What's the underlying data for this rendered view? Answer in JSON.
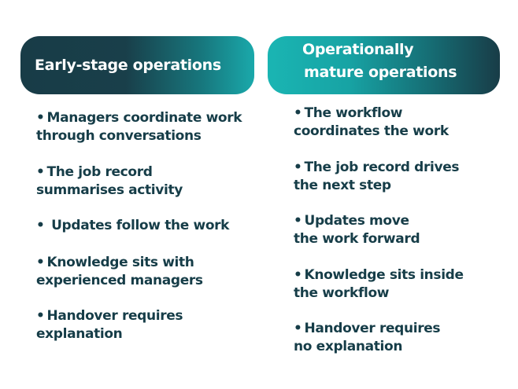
{
  "left": {
    "title": "Early-stage operations",
    "items": [
      {
        "line1": "Managers coordinate work",
        "line2": "through conversations"
      },
      {
        "line1": "The job record",
        "line2": "summarises activity"
      },
      {
        "line1": " Updates follow the work",
        "line2": ""
      },
      {
        "line1": "Knowledge sits with",
        "line2": "experienced managers"
      },
      {
        "line1": "Handover requires",
        "line2": "explanation"
      }
    ]
  },
  "right": {
    "title_line1": "Operationally",
    "title_line2": "mature operations",
    "items": [
      {
        "line1": "The workflow",
        "line2": "coordinates the work"
      },
      {
        "line1": "The job record drives",
        "line2": "the next step"
      },
      {
        "line1": "Updates move",
        "line2": "the work forward"
      },
      {
        "line1": "Knowledge sits inside",
        "line2": "the workflow"
      },
      {
        "line1": "Handover requires",
        "line2": "no explanation"
      }
    ]
  },
  "colors": {
    "dark_teal": "#183c47",
    "bright_teal": "#1ab5b3",
    "text": "#163d48"
  },
  "bullet_glyph": "•"
}
